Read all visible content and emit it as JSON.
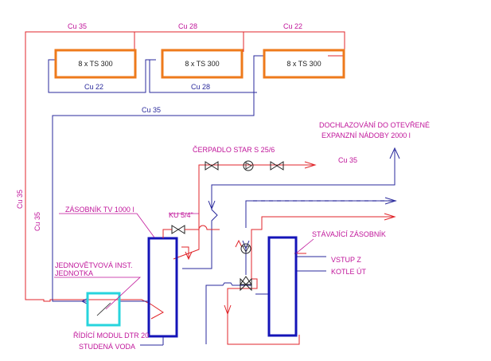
{
  "colors": {
    "hot": "#e0262b",
    "cold": "#2a2a9c",
    "label": "#c0159a",
    "panel": "#ee7a1b",
    "tank": "#1414b8",
    "module": "#27d4dd",
    "wire": "#222222"
  },
  "panels": [
    {
      "label": "8 x TS 300"
    },
    {
      "label": "8 x TS 300"
    },
    {
      "label": "8 x TS 300"
    }
  ],
  "pipe_labels": {
    "top_1": "Cu 35",
    "top_2": "Cu 28",
    "top_3": "Cu 22",
    "under_1": "Cu 22",
    "under_2": "Cu 28",
    "return_main": "Cu 35",
    "left_vertical_hot": "Cu 35",
    "left_vertical_cold": "Cu 35",
    "pump_line": "Cu 35"
  },
  "annotations": {
    "top_up_line1": "DOCHLAZOVÁNÍ DO OTEVŘENÉ",
    "top_up_line2": "EXPANZNÍ NÁDOBY 2000 l",
    "pump": "ČERPADLO STAR S 25/6",
    "tank_tv": "ZÁSOBNÍK TV 1000 l",
    "ku_valve": "KU 5/4\"",
    "existing_tank": "STÁVAJÍCÍ ZÁSOBNÍK",
    "boiler_line1": "VSTUP Z",
    "boiler_line2": "KOTLE ÚT",
    "unit_line1": "JEDNOVĚTVOVÁ INST.",
    "unit_line2": "JEDNOTKA",
    "controller": "ŘÍDÍCÍ MODUL DTR 20",
    "cold_water": "STUDENÁ VODA"
  }
}
